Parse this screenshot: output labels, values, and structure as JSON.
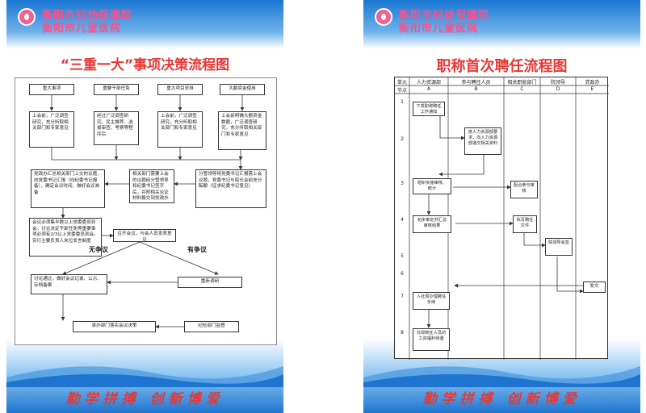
{
  "left": {
    "header": {
      "hospital_line1": "衡阳市妇幼保健院",
      "hospital_line2": "衡阳市儿童医院"
    },
    "title": "“三重一大”事项决策流程图",
    "categories": [
      "重大事项",
      "重要干部任免",
      "重大项目安排",
      "大额资金使用"
    ],
    "steps": [
      "上会前，广泛调查研究，充分听取相关部门和专家意见",
      "经过广泛调查研究、民主推荐、选拔审查、考察等程序后",
      "上会前，广泛调查研究，充分听取相关部门和专家意见",
      "上会前明确大额资金数额，广泛调查研究，充分听取相关部门和专家意见"
    ],
    "party_office": "党政办汇总相关部门上交的议题，向党委书记汇报（向纪委书记报备），确定会议时间，做好会议准备",
    "dept_submit": "相关部门需要上会的议题经分管领导和纪委书记签字后，并附相关论证材料报交到党政办",
    "leader_report": "分管领导将党委书记汇报需上会议题，党委书记与院长会前充分酝酿（征求纪委书记意见）",
    "quorum": "会议必须集半数以上党委委员到会，讨论决定干部任免等重要事项必须有2/3以上党委委员到会。实行主要负责人末位发言制度",
    "convene": "召开会议，与会人员发表意见",
    "no_dispute": "无争议",
    "dispute": "有争议",
    "vote": "讨论通过，做好会议记录、公示、存档备案",
    "reresearch": "重新调研",
    "execute": "承办部门落实会议决策",
    "supervise": "纪检部门监督",
    "slogan": "勤学拼搏  创新博爱"
  },
  "right": {
    "header": {
      "hospital_line1": "衡阳市妇幼保健院",
      "hospital_line2": "衡阳市儿童医院"
    },
    "title": "职称首次聘任流程图",
    "table_header": {
      "unit": "单元",
      "node": "节点",
      "columns": [
        "人力资源部",
        "参与聘任人员",
        "相关职能部门",
        "院领导",
        "党政办"
      ],
      "letters": [
        "A",
        "B",
        "C",
        "D",
        "E"
      ]
    },
    "rows": [
      "1",
      "2",
      "3",
      "4",
      "5",
      "6",
      "7",
      "8"
    ],
    "boxes": {
      "a1": "下发职称聘任工作通知",
      "b2": "按人力资源部要求，向人力资源部递交相关资料",
      "a3": "组织实施审核、统计",
      "c3": "配合参与审核",
      "a4": "初步审定并汇总审核结果",
      "c4": "拟写聘任文件",
      "d5": "院领导会签",
      "e6": "发文",
      "a7": "人社局办理聘任手续",
      "a8": "兑现新任人员的工资福利待遇"
    },
    "slogan": "勤学拼搏  创新博爱"
  }
}
